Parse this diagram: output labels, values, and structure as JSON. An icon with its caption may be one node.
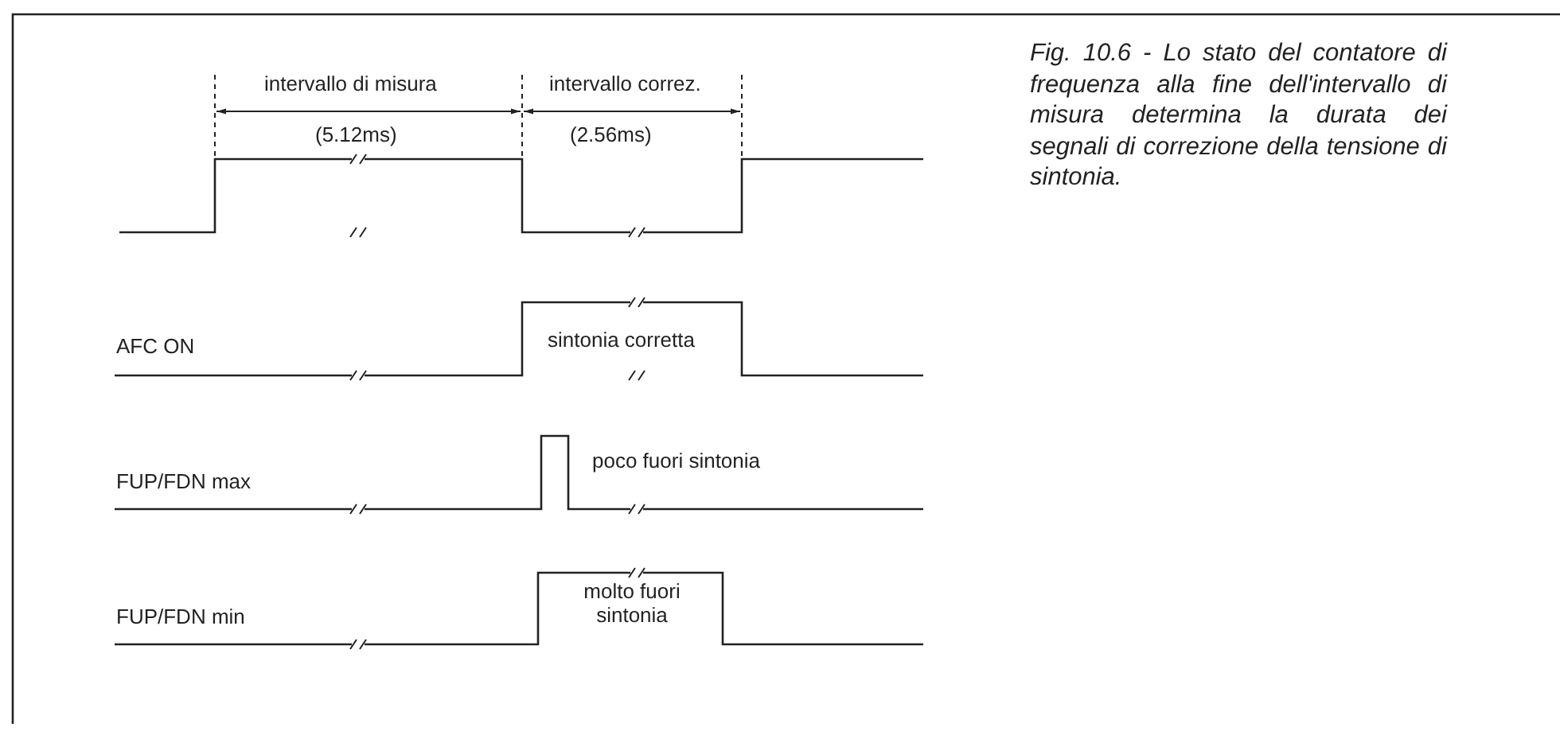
{
  "diagram": {
    "caption": "Fig. 10.6 - Lo stato del contatore di frequenza alla fine dell'intervallo di misura determina la durata dei segnali di correzione della tensione di sintonia.",
    "labels": [
      "intervallo di misura",
      "intervallo correz.",
      "(5.12ms)",
      "(2.56ms)",
      "AFC ON",
      "sintonia corretta",
      "FUP/FDN max",
      "poco fuori sintonia",
      "FUP/FDN min",
      "molto fuori sintonia"
    ]
  }
}
